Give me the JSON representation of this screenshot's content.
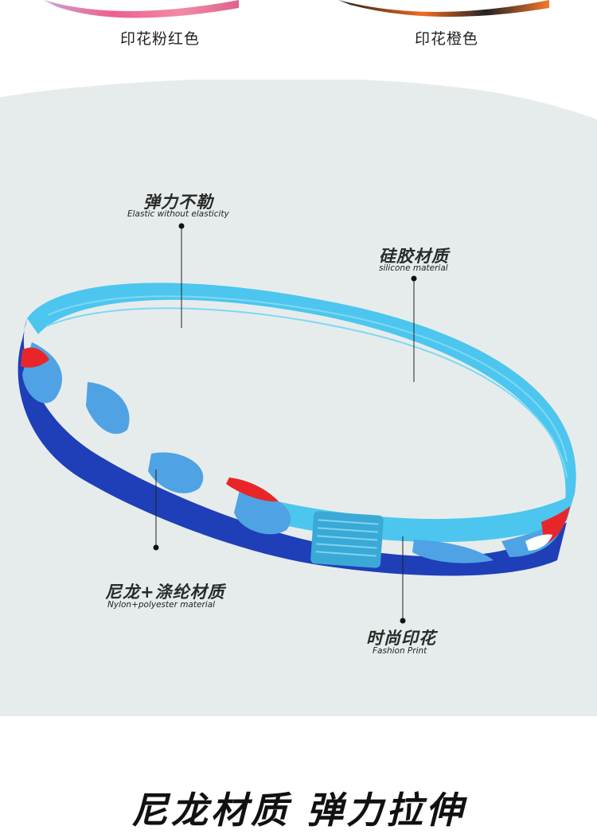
{
  "variants": [
    {
      "label": "印花粉红色",
      "color": "#e84b8a"
    },
    {
      "label": "印花橙色",
      "color": "#f07a2a"
    }
  ],
  "callouts": [
    {
      "cn": "弹力不勒",
      "en": "Elastic without elasticity"
    },
    {
      "cn": "硅胶材质",
      "en": "silicone material"
    },
    {
      "cn": "尼龙+涤纶材质",
      "en": "Nylon+polyester material"
    },
    {
      "cn": "时尚印花",
      "en": "Fashion Print"
    }
  ],
  "headline": "尼龙材质 弹力拉伸",
  "colors": {
    "panel": "#e6ecec",
    "band_inner": "#4cc6ee",
    "camo_dark": "#1f3fb8",
    "camo_light": "#4fa3e4",
    "accent_red": "#e8262a"
  }
}
